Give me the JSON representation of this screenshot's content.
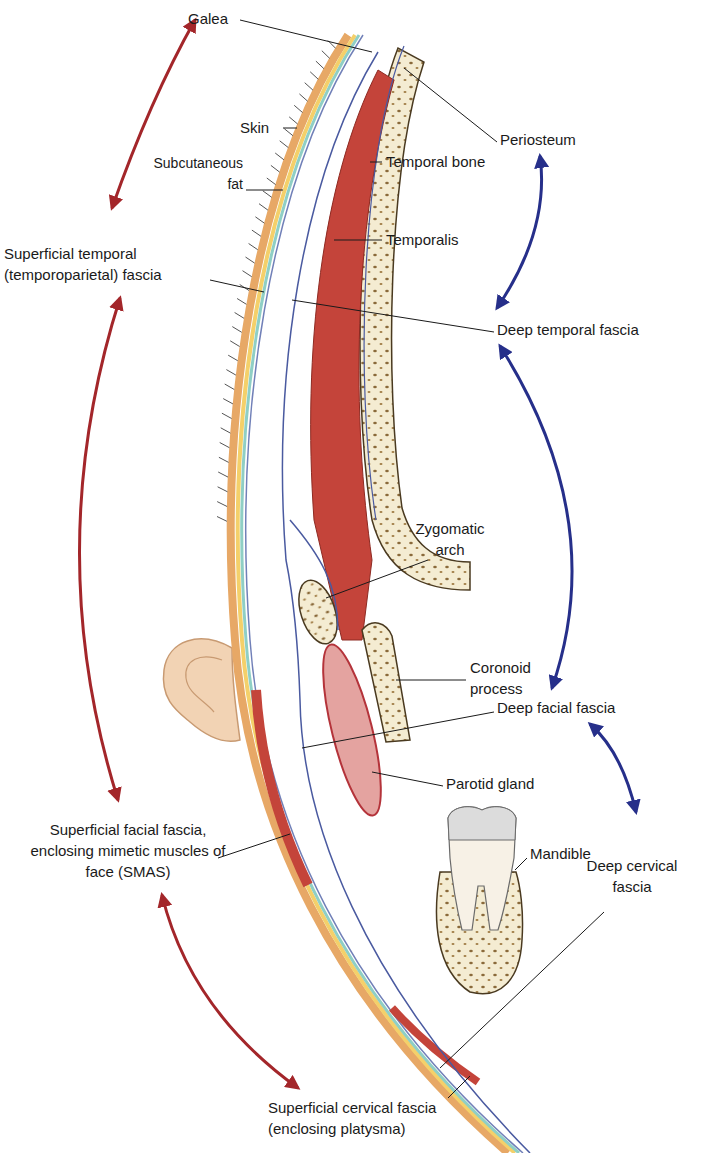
{
  "diagram": {
    "labels": [
      "Galea",
      "Skin",
      "Subcutaneous fat",
      "Periosteum",
      "Temporal bone",
      "Temporalis",
      "Superficial temporal (temporoparietal) fascia",
      "Deep temporal fascia",
      "Zygomatic arch",
      "Coronoid process",
      "Deep facial fascia",
      "Parotid gland",
      "Mandible",
      "Superficial facial fascia, enclosing mimetic muscles of face (SMAS)",
      "Deep cervical fascia",
      "Superficial cervical fascia (enclosing platysma)"
    ]
  }
}
